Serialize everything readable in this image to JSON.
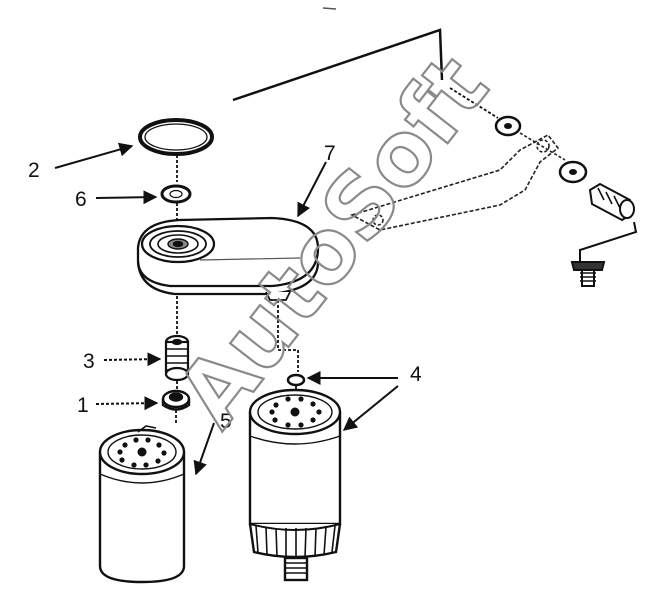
{
  "callouts": [
    {
      "id": "1",
      "text": "1"
    },
    {
      "id": "2",
      "text": "2"
    },
    {
      "id": "3",
      "text": "3"
    },
    {
      "id": "4",
      "text": "4"
    },
    {
      "id": "5",
      "text": "5"
    },
    {
      "id": "6",
      "text": "6"
    },
    {
      "id": "7",
      "text": "7"
    }
  ],
  "watermark": {
    "text": "AutoSoft"
  },
  "colors": {
    "line": "#111111",
    "watermark": "#8a8a8a",
    "background": "#ffffff"
  }
}
